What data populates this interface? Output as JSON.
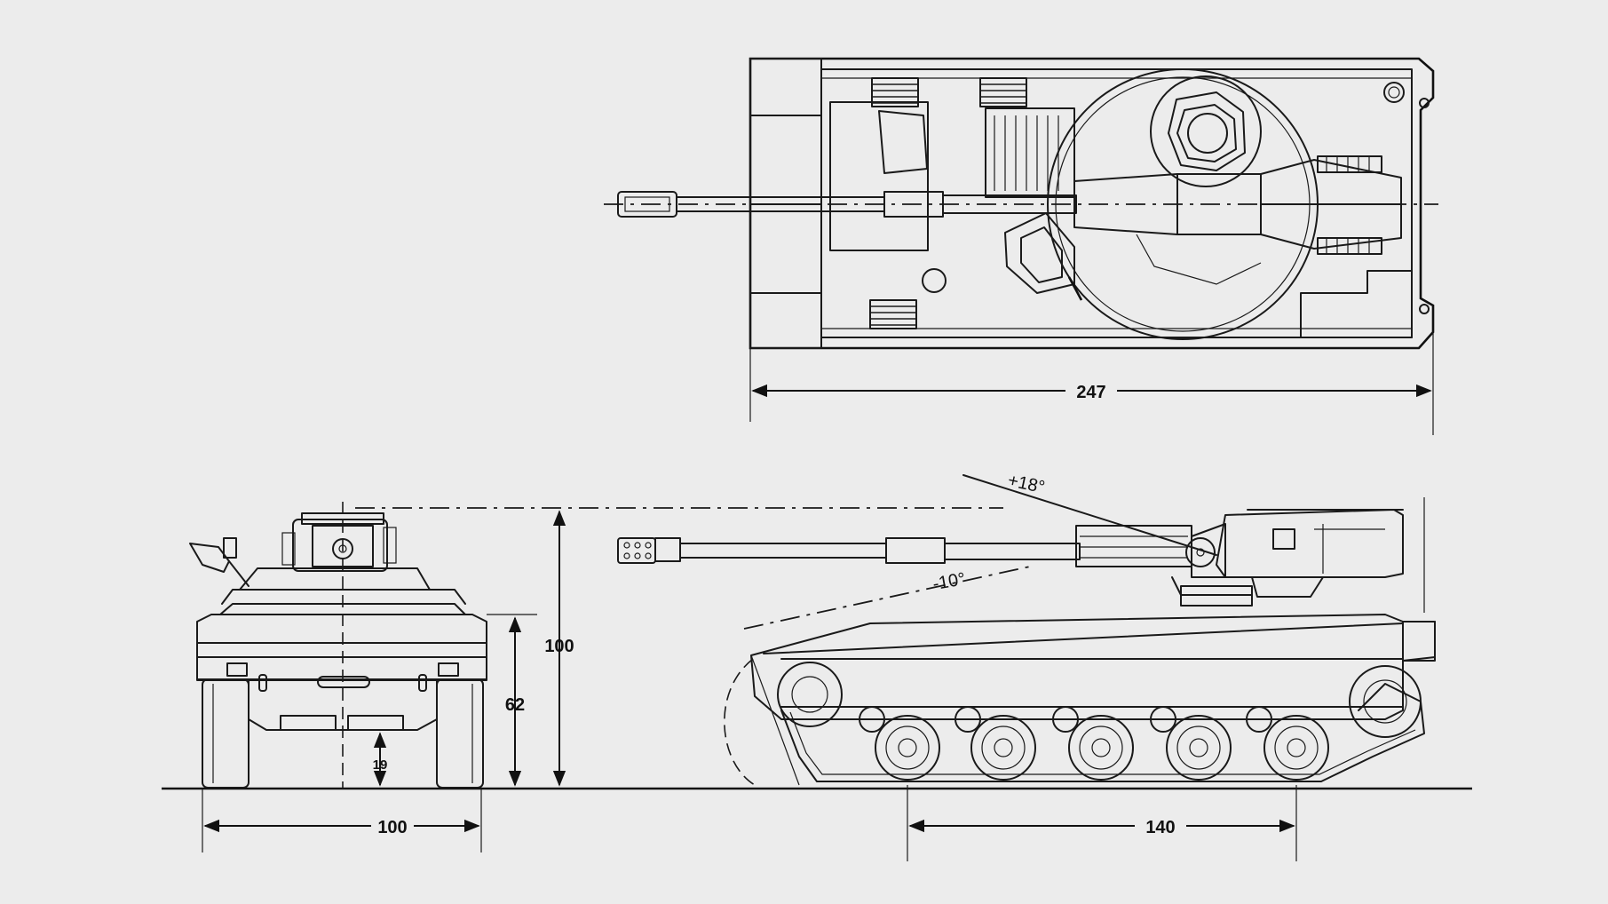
{
  "dimensions": {
    "top_length": "247",
    "front_height_total": "100",
    "front_hull_height": "62",
    "front_clearance": "19",
    "front_width": "100",
    "side_wheelbase": "140"
  },
  "angles": {
    "elevation": "+18°",
    "depression": "-10°"
  }
}
